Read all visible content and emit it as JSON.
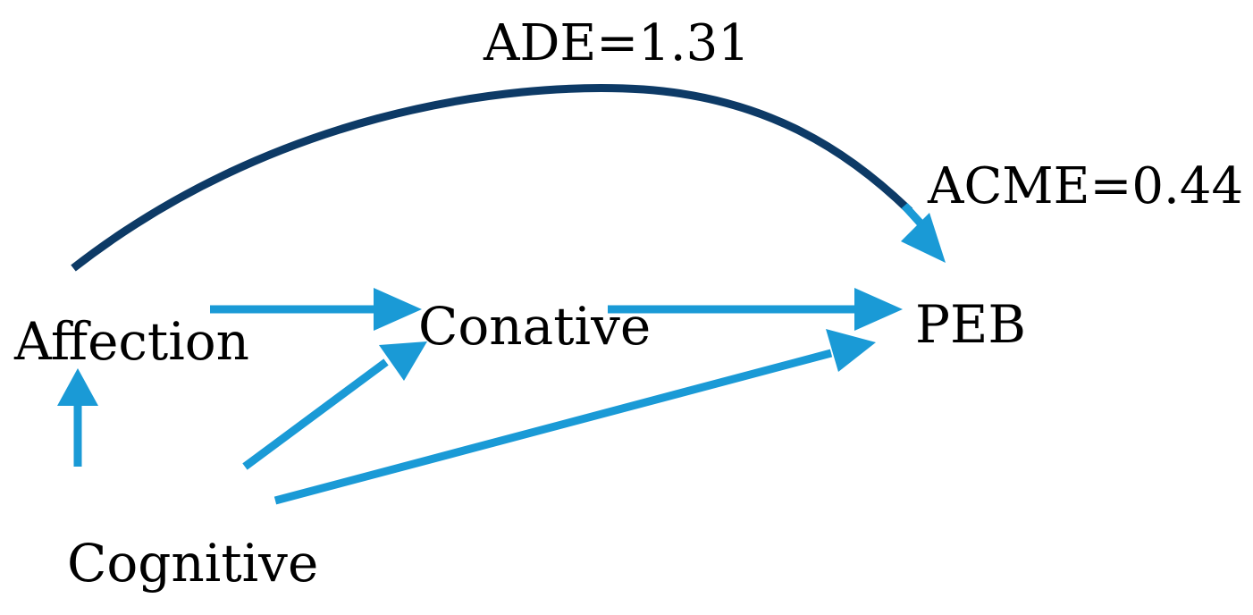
{
  "nodes": {
    "affection": "Affection",
    "conative": "Conative",
    "peb": "PEB",
    "cognitive": "Cognitive"
  },
  "effects": {
    "ade": "ADE=1.31",
    "acme": "ACME=0.44"
  },
  "colors": {
    "direct_path": "#0d3a66",
    "mediated_path": "#1a9ad6",
    "text": "#000000",
    "background": "#ffffff"
  }
}
